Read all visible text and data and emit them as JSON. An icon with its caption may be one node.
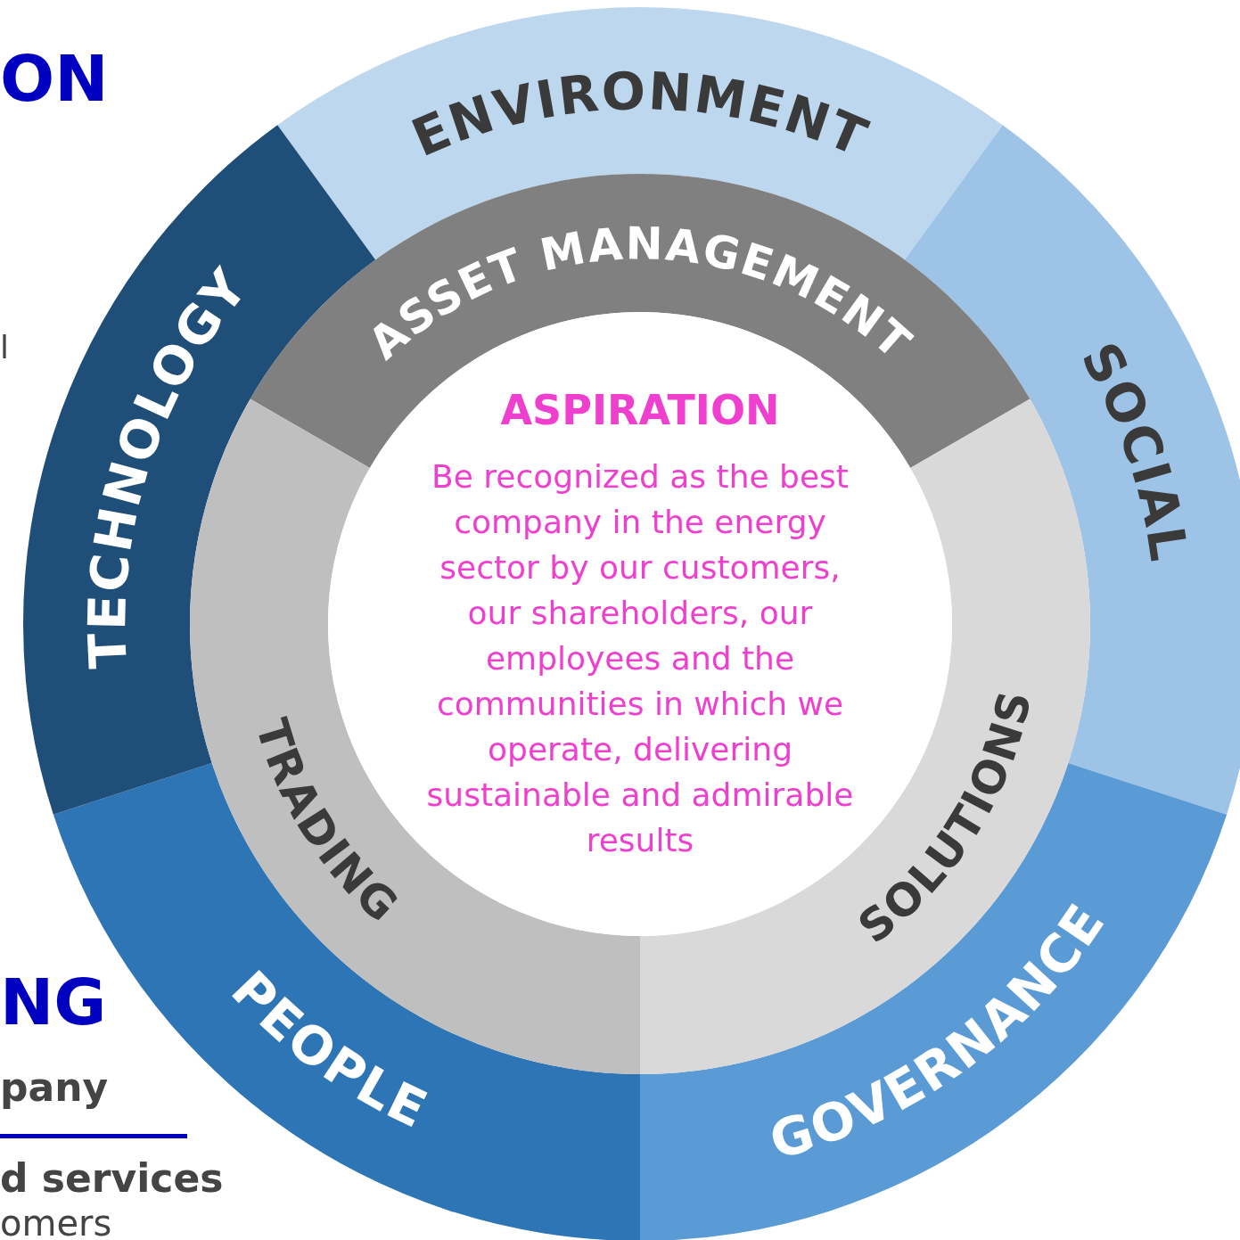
{
  "diagram": {
    "nodes": [
      {
        "text": [
          "ENVIRONMENT"
        ]
      },
      {
        "text": [
          "SOCIAL"
        ]
      },
      {
        "text": [
          "GOVERNANCE"
        ]
      },
      {
        "text": [
          "PEOPLE"
        ]
      },
      {
        "text": [
          "TECHNOLOGY"
        ]
      },
      {
        "text": [
          "ASSET MANAGEMENT"
        ]
      },
      {
        "text": [
          "SOLUTIONS"
        ]
      },
      {
        "text": [
          "TRADING"
        ]
      },
      {
        "text": [
          "ASPIRATION",
          "Be recognized as the best company in the energy sector by our customers, our shareholders, our employees and the communities in which we operate, delivering sustainable and admirable results"
        ]
      }
    ],
    "labels": [
      "ON",
      "l",
      "NG",
      "pany",
      "d services",
      "omers"
    ]
  }
}
